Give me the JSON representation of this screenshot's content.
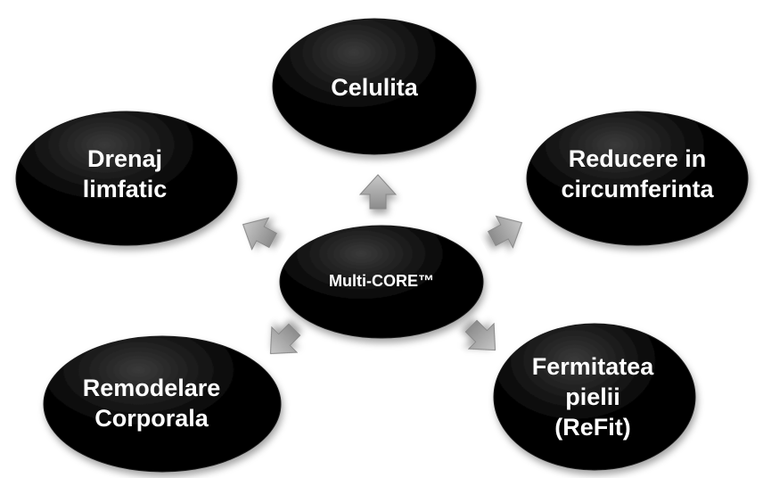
{
  "center": {
    "label": "Multi-CORE™"
  },
  "nodes": {
    "top": {
      "label": "Celulita"
    },
    "top_left": {
      "label": "Drenaj\nlimfatic"
    },
    "top_right": {
      "label": "Reducere in\ncircumferinta"
    },
    "bottom_left": {
      "label": "Remodelare\nCorporala"
    },
    "bottom_right": {
      "label": "Fermitatea\npielii\n(ReFit)"
    }
  },
  "colors": {
    "node_fill": "#000000",
    "node_text": "#ffffff",
    "arrow": "#a6a6a6"
  },
  "icons": {
    "arrows": "block-arrow-icon"
  }
}
